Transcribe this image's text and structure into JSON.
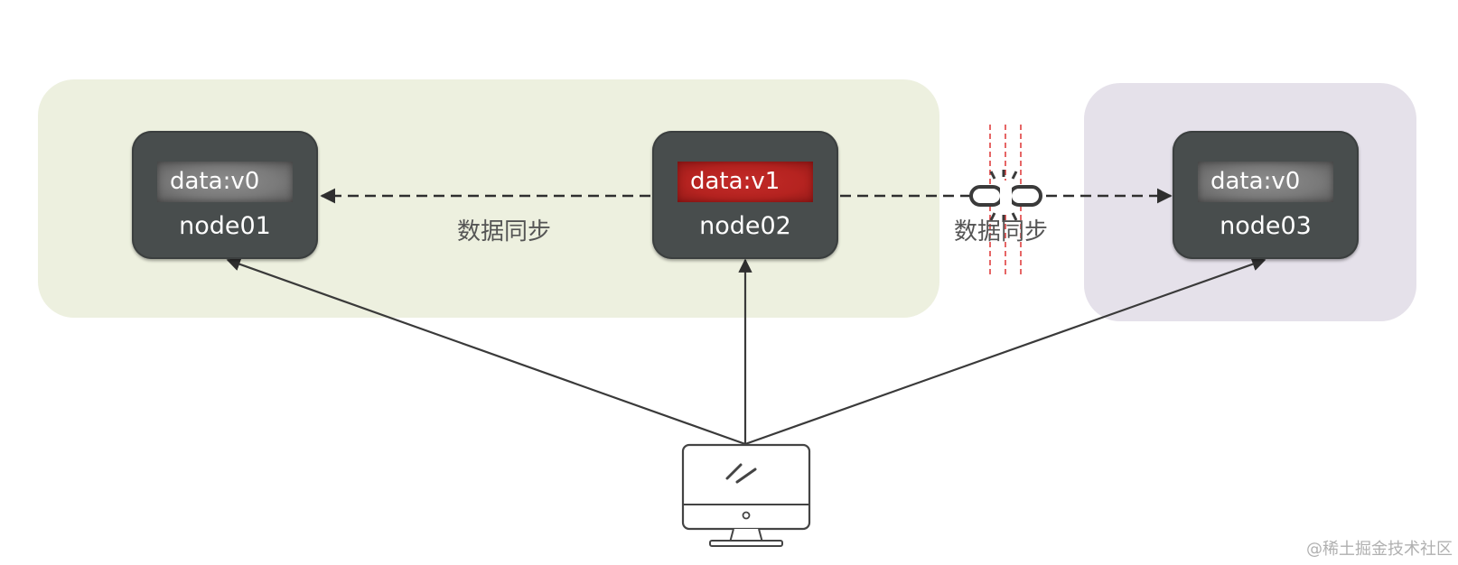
{
  "nodes": [
    {
      "name": "node01",
      "data": "data:v0"
    },
    {
      "name": "node02",
      "data": "data:v1"
    },
    {
      "name": "node03",
      "data": "data:v0"
    }
  ],
  "sync_labels": [
    "数据同步",
    "数据同步"
  ],
  "watermark": "@稀土掘金技术社区",
  "colors": {
    "zone_left": "#edf0df",
    "zone_right": "#e5e1ea",
    "node_body": "#484d4d",
    "data_stale": "#7a7a7a",
    "data_updated": "#b52320",
    "partition_line": "#e04040"
  },
  "icons": [
    "broken-link-icon",
    "client-monitor-icon"
  ]
}
